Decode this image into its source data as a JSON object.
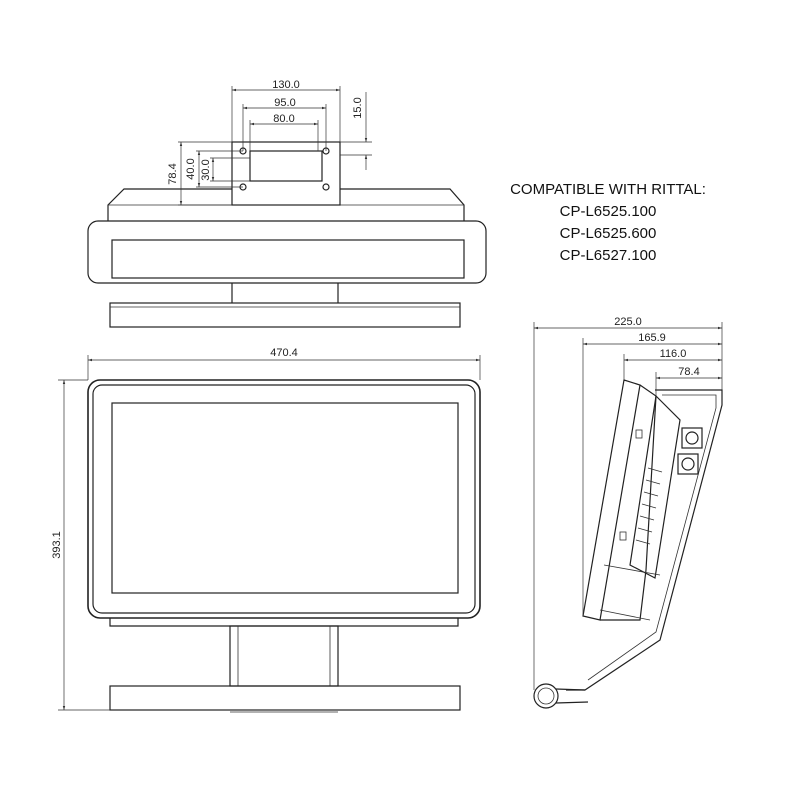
{
  "compatibility": {
    "heading": "COMPATIBLE WITH RITTAL:",
    "models": [
      "CP-L6525.100",
      "CP-L6525.600",
      "CP-L6527.100"
    ]
  },
  "top_view": {
    "bracket_width": "130.0",
    "hole_spacing_outer": "95.0",
    "window_width": "80.0",
    "top_offset": "15.0",
    "bracket_height": "78.4",
    "hole_spacing_vertical": "40.0",
    "window_height": "30.0"
  },
  "front_view": {
    "overall_width": "470.4",
    "overall_height": "393.1"
  },
  "side_view": {
    "depth_total": "225.0",
    "depth_2": "165.9",
    "depth_3": "116.0",
    "depth_4": "78.4"
  },
  "colors": {
    "line": "#222222",
    "background": "#ffffff"
  }
}
